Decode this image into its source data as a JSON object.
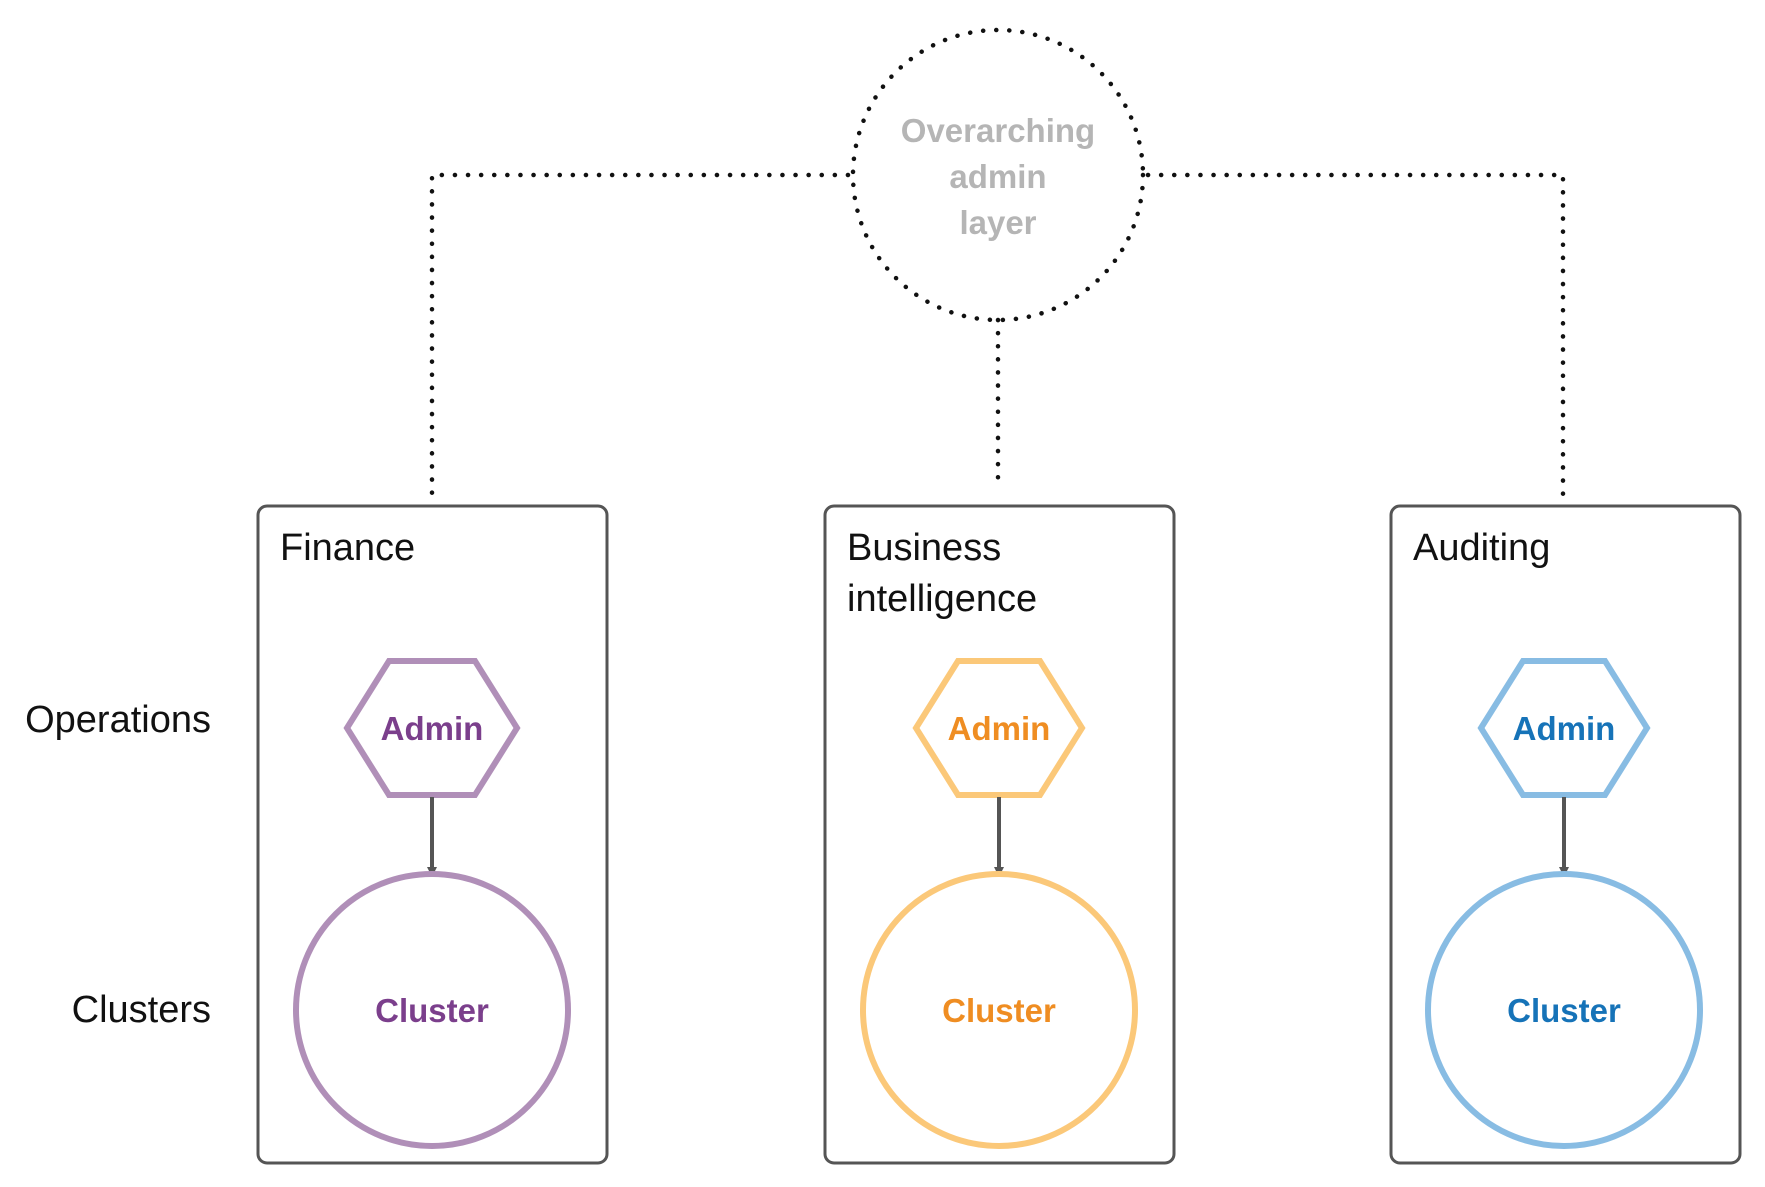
{
  "root": {
    "lines": [
      "Overarching",
      "admin",
      "layer"
    ]
  },
  "row_labels": {
    "operations": "Operations",
    "clusters": "Clusters"
  },
  "groups": [
    {
      "title_lines": [
        "Finance"
      ],
      "admin_label": "Admin",
      "cluster_label": "Cluster",
      "stroke_color": "#b08fb8",
      "text_color": "#7b3f8c"
    },
    {
      "title_lines": [
        "Business",
        "intelligence"
      ],
      "admin_label": "Admin",
      "cluster_label": "Cluster",
      "stroke_color": "#fbc879",
      "text_color": "#ef8d22"
    },
    {
      "title_lines": [
        "Auditing"
      ],
      "admin_label": "Admin",
      "cluster_label": "Cluster",
      "stroke_color": "#88bce3",
      "text_color": "#1673b8"
    }
  ],
  "colors": {
    "box_border": "#555555",
    "arrow": "#555555",
    "dotted": "#111111"
  }
}
